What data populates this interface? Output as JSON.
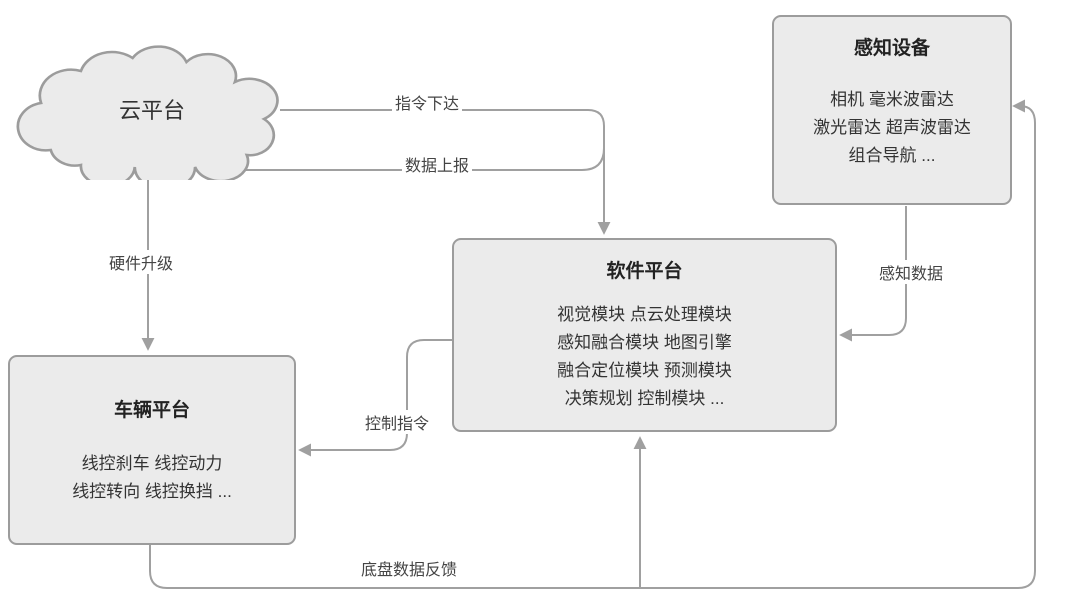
{
  "diagram": {
    "nodes": {
      "cloud": {
        "title": "云平台"
      },
      "perception": {
        "title": "感知设备",
        "lines": [
          "相机 毫米波雷达",
          "激光雷达 超声波雷达",
          "组合导航 ..."
        ]
      },
      "software": {
        "title": "软件平台",
        "lines": [
          "视觉模块 点云处理模块",
          "感知融合模块 地图引擎",
          "融合定位模块 预测模块",
          "决策规划 控制模块 ..."
        ]
      },
      "vehicle": {
        "title": "车辆平台",
        "lines": [
          "线控刹车 线控动力",
          "线控转向 线控换挡 ..."
        ]
      }
    },
    "edges": {
      "command": "指令下达",
      "report": "数据上报",
      "hardware_upgrade": "硬件升级",
      "perception_data": "感知数据",
      "control_command": "控制指令",
      "chassis_feedback": "底盘数据反馈"
    },
    "colors": {
      "box_fill": "#ebebeb",
      "box_border": "#9c9c9c",
      "edge": "#a0a0a0",
      "text": "#333333"
    }
  }
}
